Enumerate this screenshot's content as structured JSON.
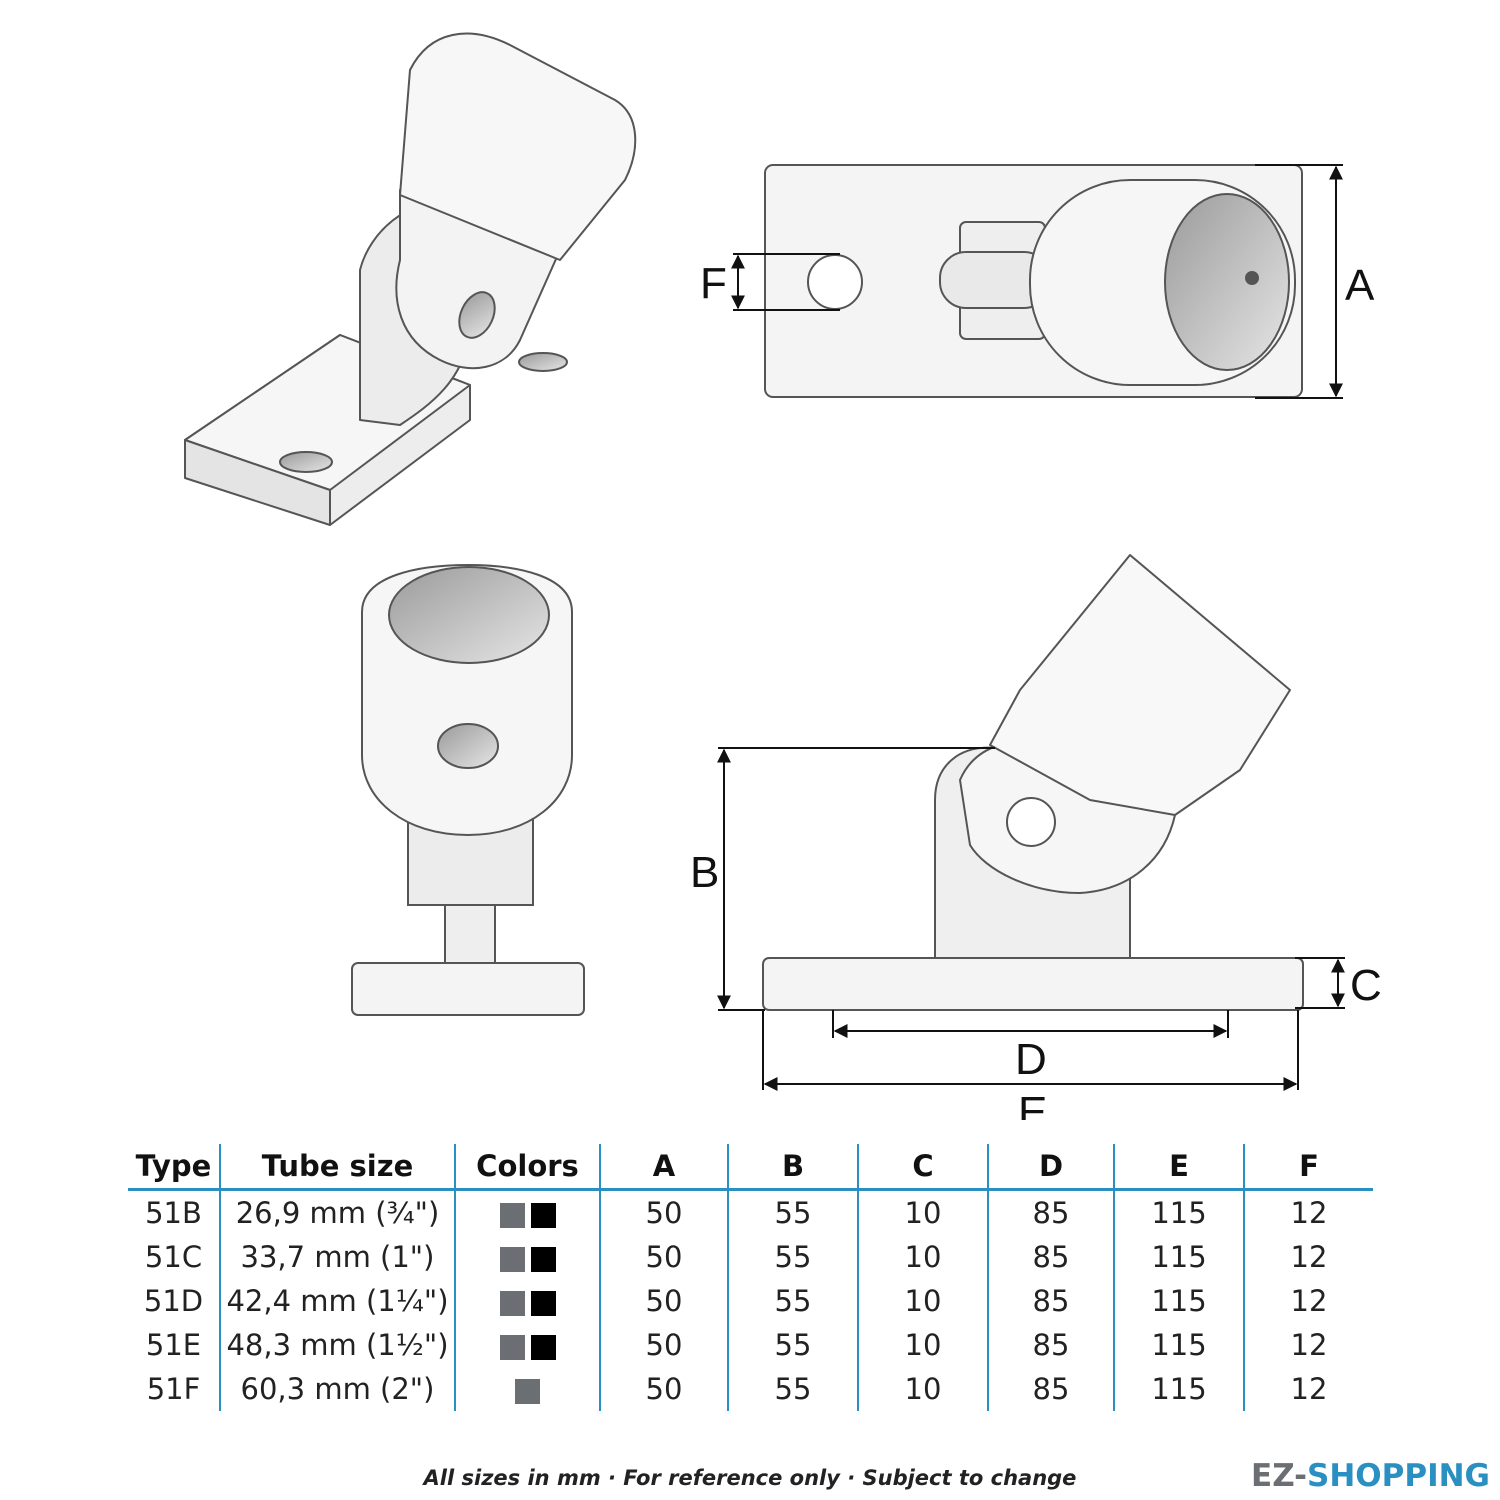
{
  "dimension_labels": {
    "a": "A",
    "b": "B",
    "c": "C",
    "d": "D",
    "e": "E",
    "f": "F"
  },
  "colors": {
    "light_grey": "#6b6f73",
    "black": "#000000",
    "table_rule": "#2a8fc1",
    "part_fill": "#f2f2f2",
    "part_edge": "#555555"
  },
  "table": {
    "headers": [
      "Type",
      "Tube size",
      "Colors",
      "A",
      "B",
      "C",
      "D",
      "E",
      "F"
    ],
    "rows": [
      {
        "type": "51B",
        "tube_size": "26,9 mm (¾\")",
        "colors": [
          "light_grey",
          "black"
        ],
        "a": "50",
        "b": "55",
        "c": "10",
        "d": "85",
        "e": "115",
        "f": "12"
      },
      {
        "type": "51C",
        "tube_size": "33,7 mm (1\")",
        "colors": [
          "light_grey",
          "black"
        ],
        "a": "50",
        "b": "55",
        "c": "10",
        "d": "85",
        "e": "115",
        "f": "12"
      },
      {
        "type": "51D",
        "tube_size": "42,4 mm (1¼\")",
        "colors": [
          "light_grey",
          "black"
        ],
        "a": "50",
        "b": "55",
        "c": "10",
        "d": "85",
        "e": "115",
        "f": "12"
      },
      {
        "type": "51E",
        "tube_size": "48,3 mm (1½\")",
        "colors": [
          "light_grey",
          "black"
        ],
        "a": "50",
        "b": "55",
        "c": "10",
        "d": "85",
        "e": "115",
        "f": "12"
      },
      {
        "type": "51F",
        "tube_size": "60,3 mm (2\")",
        "colors": [
          "light_grey"
        ],
        "a": "50",
        "b": "55",
        "c": "10",
        "d": "85",
        "e": "115",
        "f": "12"
      }
    ]
  },
  "footer_note": "All sizes in mm · For reference only · Subject to change",
  "brand": {
    "part1": "EZ-",
    "part2": "SHOPPING"
  }
}
